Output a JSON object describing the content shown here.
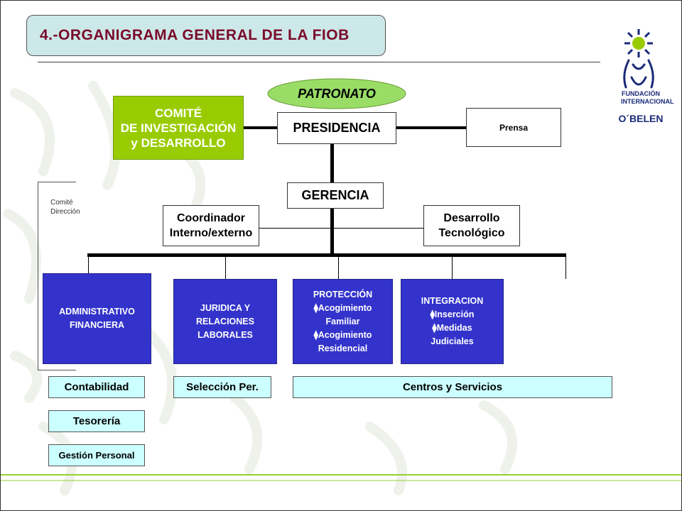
{
  "title": "4.-ORGANIGRAMA GENERAL DE LA FIOB",
  "logo": {
    "line1": "FUNDACIÓN",
    "line2": "INTERNACIONAL",
    "line3": "O´BELEN",
    "icon": "sun-family-logo-icon"
  },
  "nodes": {
    "patronato": "PATRONATO",
    "presidencia": "PRESIDENCIA",
    "comite": "COMITÉ\nDE INVESTIGACIÓN\ny DESARROLLO",
    "prensa": "Prensa",
    "gerencia": "GERENCIA",
    "comite_direccion": "Comité\nDirección",
    "coordinador": "Coordinador\nInterno/externo",
    "desarrollo": "Desarrollo\nTecnológico",
    "administrativo": "ADMINISTRATIVO\nFINANCIERA",
    "juridica": "JURIDICA Y\nRELACIONES\nLABORALES",
    "proteccion": "PROTECCIÓN\n⧫Acogimiento\nFamiliar\n⧫Acogimiento\nResidencial",
    "integracion": "INTEGRACION\n⧫Inserción\n⧫Medidas\nJudiciales",
    "contabilidad": "Contabilidad",
    "seleccion": "Selección Per.",
    "centros": "Centros y Servicios",
    "tesoreria": "Tesorería",
    "gestion": "Gestión Personal"
  },
  "colors": {
    "title_bg": "#cde8e8",
    "title_text": "#7a0a2a",
    "patronato": "#99dd66",
    "comite": "#99cc00",
    "department": "#3333cc",
    "sub_unit": "#ccffff",
    "footer_line": "#99cc33"
  }
}
